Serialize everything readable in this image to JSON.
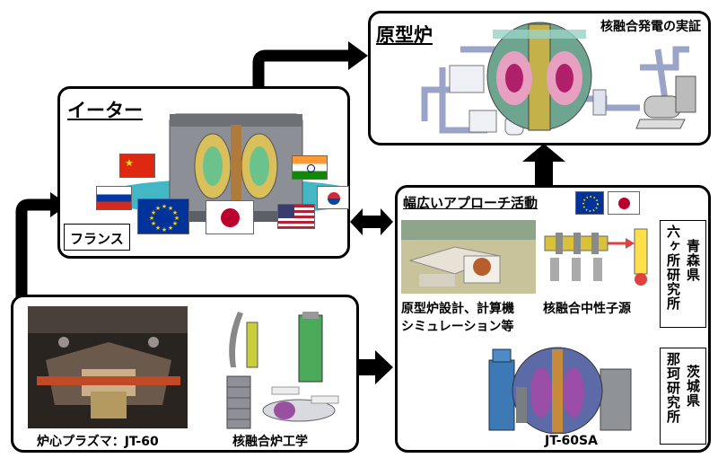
{
  "demo": {
    "title": "原型炉",
    "subtitle": "核融合発電の実証"
  },
  "iter": {
    "title": "イーター",
    "site": "フランス",
    "flags": [
      "china-flag",
      "india-flag",
      "russia-flag",
      "eu-flag",
      "japan-flag",
      "usa-flag",
      "korea-flag"
    ]
  },
  "broader_approach": {
    "title": "幅広いアプローチ活動",
    "aomori": {
      "prefecture": "青森県",
      "institute": "六ヶ所研究所",
      "item1": "原型炉設計、計算機",
      "item1b": "シミュレーション等",
      "item2": "核融合中性子源"
    },
    "ibaraki": {
      "prefecture": "茨城県",
      "institute": "那珂研究所",
      "device": "JT-60SA"
    }
  },
  "domestic": {
    "item1": "炉心プラズマ：JT-60",
    "item2": "核融合炉工学"
  },
  "colors": {
    "border": "#000000",
    "arrow": "#000000",
    "eu_blue": "#003399",
    "eu_star": "#ffcc00",
    "red": "#cc0000"
  }
}
